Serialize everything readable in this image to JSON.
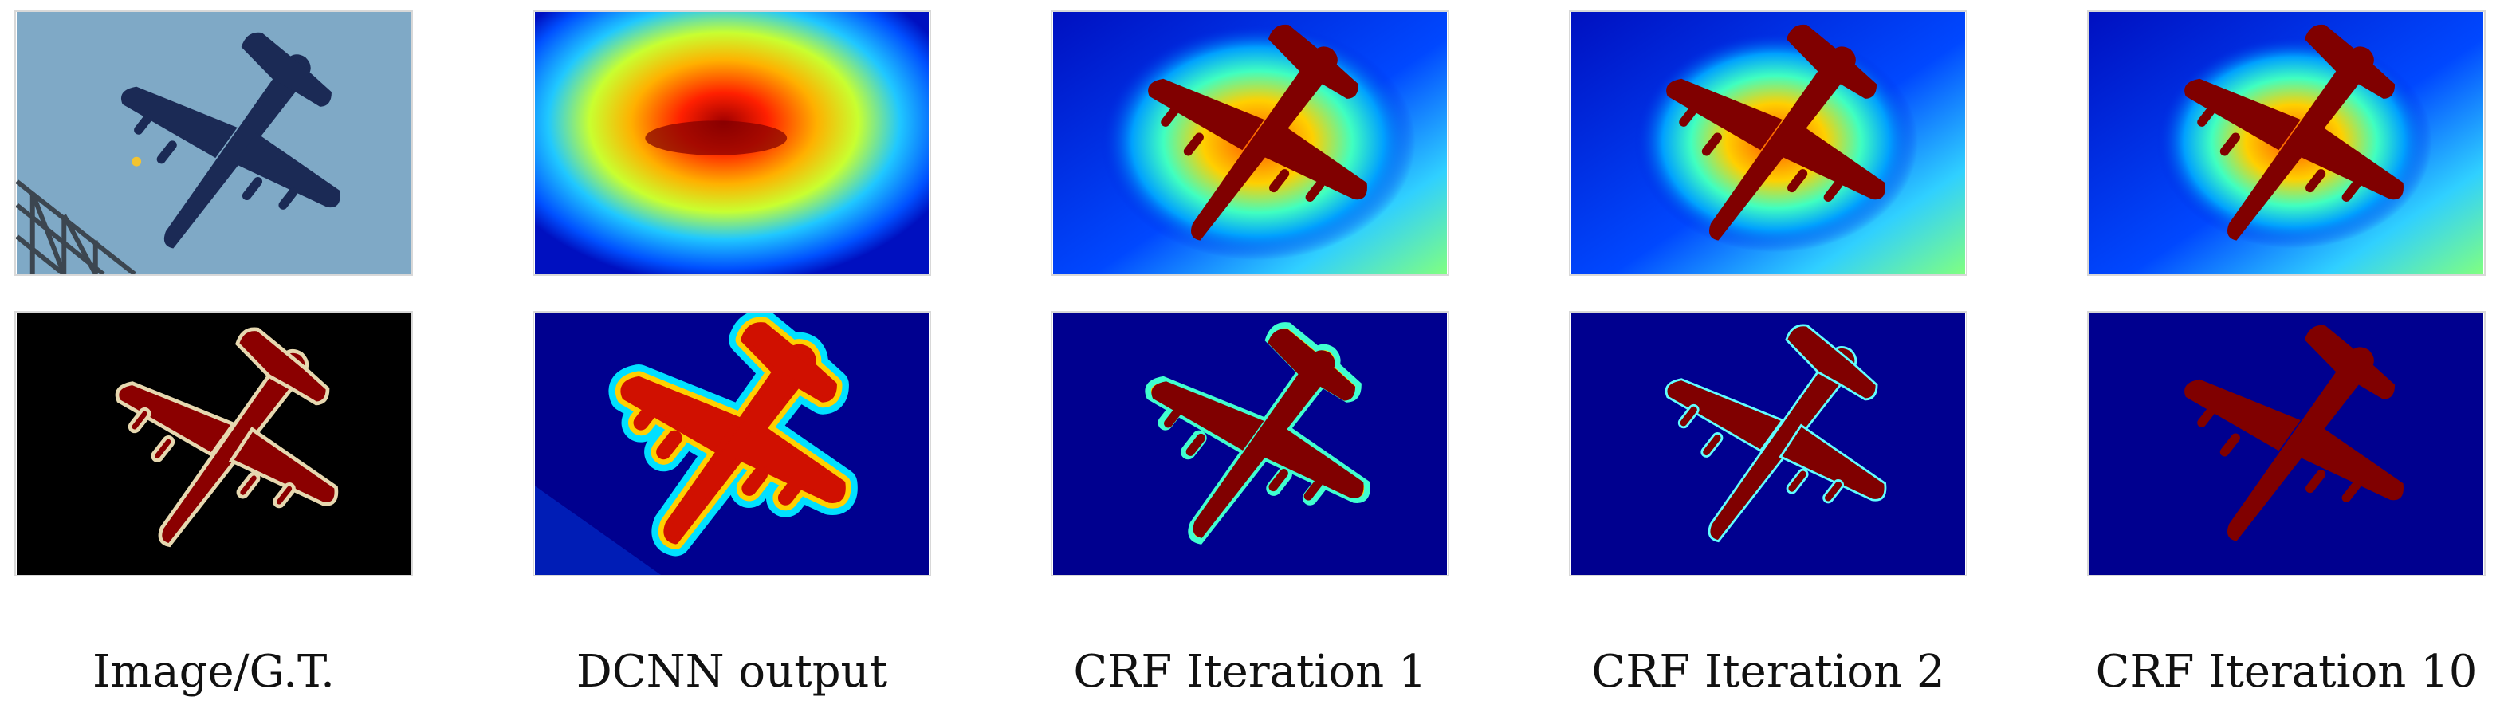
{
  "figure": {
    "captions": [
      "Image/G.T.",
      "DCNN output",
      "CRF Iteration 1",
      "CRF Iteration 2",
      "CRF Iteration 10"
    ]
  },
  "colors": {
    "sky": "#7fa9c6",
    "jet_dark_blue": "#00007f",
    "jet_blue": "#0030ff",
    "jet_cyan": "#00d0ff",
    "jet_yellow": "#ffe000",
    "jet_red": "#ff2000",
    "jet_dark_red": "#800000",
    "gt_background": "#000000",
    "gt_object": "#8b0000",
    "gt_outline": "#e6d8b0"
  }
}
